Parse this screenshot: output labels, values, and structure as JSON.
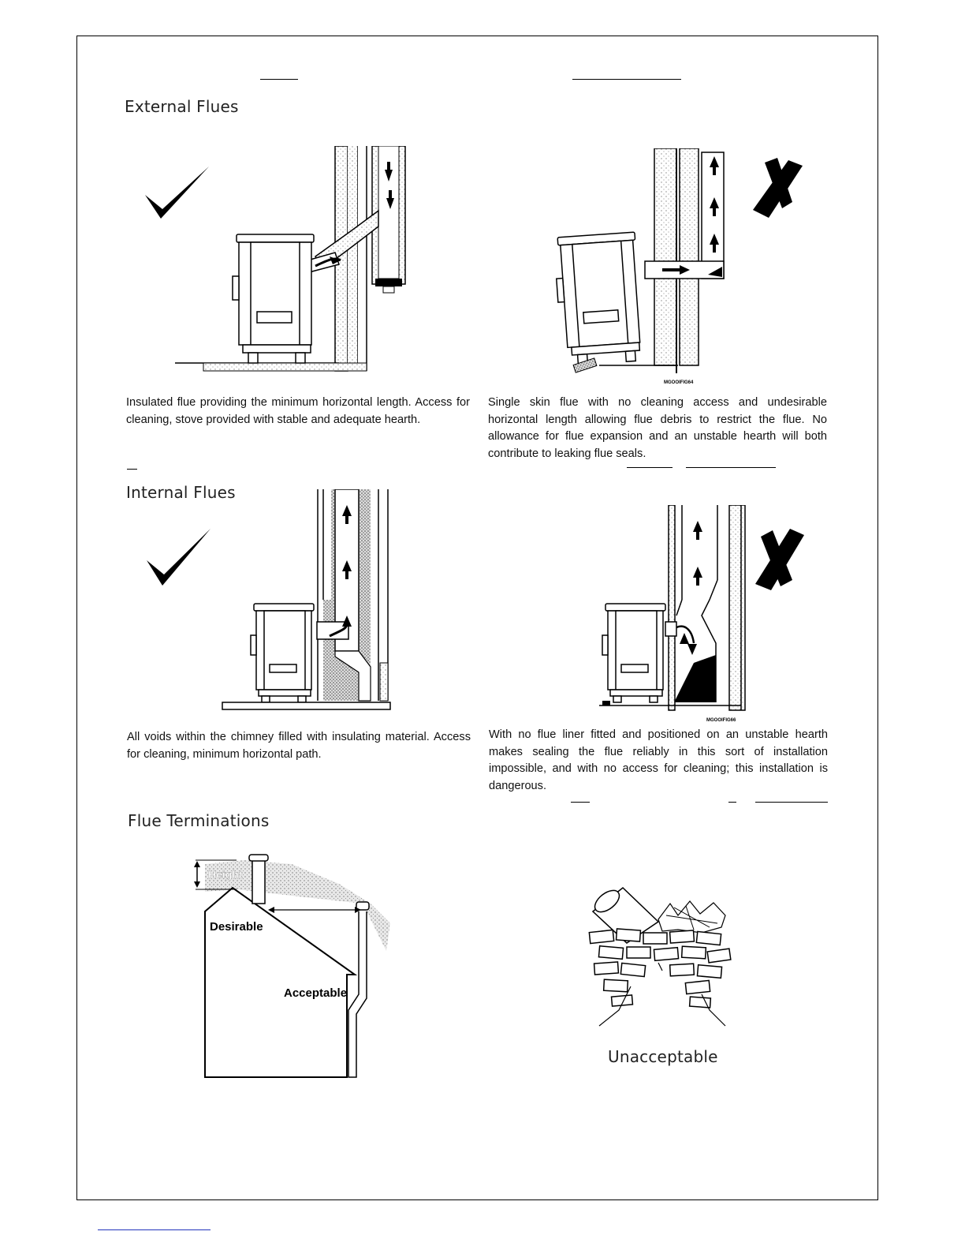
{
  "sections": {
    "external": {
      "title": "External Flues",
      "good_caption": "Insulated flue providing the minimum horizontal length.  Access for cleaning,  stove provided with stable and adequate hearth.",
      "bad_caption": "Single skin flue with no cleaning access and undesirable horizontal length allowing flue debris to restrict the flue.  No allowance for flue expansion and an unstable hearth will both contribute to leaking flue seals.",
      "bad_code": "MGOOIFIG64"
    },
    "internal": {
      "title": "Internal Flues",
      "good_caption": "All voids within the chimney filled with insulating material. Access for cleaning, minimum horizontal path.",
      "bad_caption": "With no flue liner fitted and positioned on an unstable hearth makes sealing the flue reliably in this sort of installation impossible, and with no access for cleaning; this installation is dangerous.",
      "bad_code": "MGOOIFIG66"
    },
    "terminations": {
      "title": "Flue Terminations",
      "desirable_label": "Desirable",
      "acceptable_label": "Acceptable",
      "height_label": "Height",
      "unacceptable_label": "Unacceptable"
    }
  },
  "colors": {
    "ink": "#111111",
    "stipple": "#bdbdbd",
    "frame": "#000000",
    "link": "#2233bb"
  },
  "icons": [
    "checkmark-icon",
    "cross-icon",
    "arrow-up-icon"
  ]
}
